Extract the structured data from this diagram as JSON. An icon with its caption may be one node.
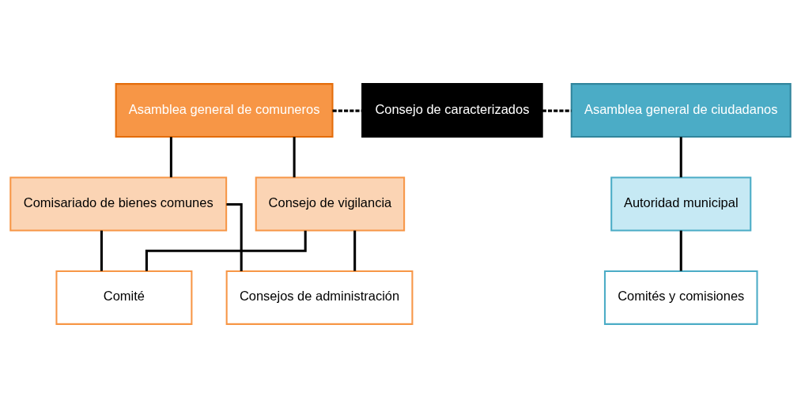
{
  "diagram": {
    "nodes": [
      {
        "text": [
          "Asamblea general de comuneros"
        ]
      },
      {
        "text": [
          "Asamblea general de ciudadanos"
        ]
      },
      {
        "text": [
          "Consejo de caracterizados"
        ]
      },
      {
        "text": [
          "Comisariado de bienes comunes"
        ]
      },
      {
        "text": [
          "Consejo de vigilancia"
        ]
      },
      {
        "text": [
          "Autoridad municipal"
        ]
      },
      {
        "text": [
          "Consejos de administración"
        ]
      },
      {
        "text": [
          "Comité"
        ]
      },
      {
        "text": [
          "Comités y comisiones"
        ]
      }
    ],
    "edges": [
      {
        "from": 0,
        "to": 2,
        "arrow": "none",
        "style": "dashed"
      },
      {
        "from": 2,
        "to": 1,
        "arrow": "none",
        "style": "dashed"
      },
      {
        "from": 0,
        "to": 3,
        "arrow": "none"
      },
      {
        "from": 0,
        "to": 4,
        "arrow": "none"
      },
      {
        "from": 3,
        "to": 6,
        "arrow": "none"
      },
      {
        "from": 3,
        "to": 7,
        "arrow": "none"
      },
      {
        "from": 4,
        "to": 6,
        "arrow": "none"
      },
      {
        "from": 4,
        "to": 7,
        "arrow": "none"
      },
      {
        "from": 1,
        "to": 5,
        "arrow": "none"
      },
      {
        "from": 5,
        "to": 8,
        "arrow": "none"
      }
    ]
  }
}
